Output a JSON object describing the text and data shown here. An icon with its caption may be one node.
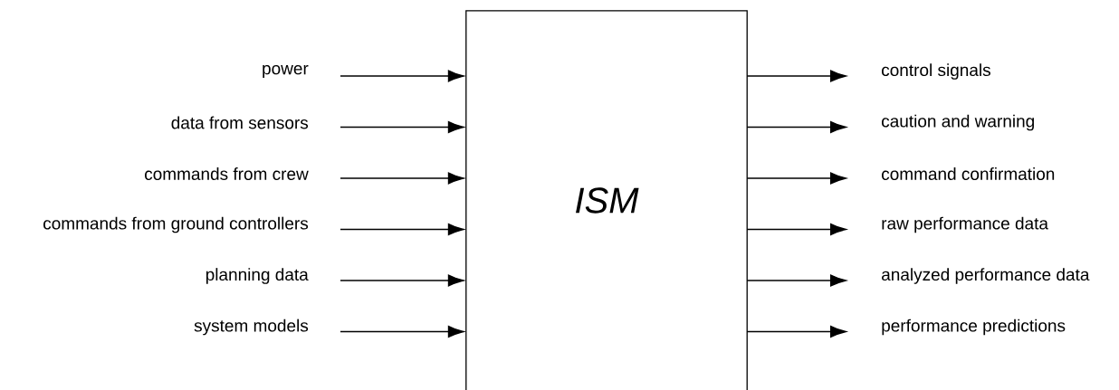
{
  "diagram": {
    "nodes": [
      {
        "text": [
          "ISM"
        ]
      },
      {
        "text": [
          "power"
        ]
      },
      {
        "text": [
          "data from sensors"
        ]
      },
      {
        "text": [
          "commands from crew"
        ]
      },
      {
        "text": [
          "commands from ground controllers"
        ]
      },
      {
        "text": [
          "planning data"
        ]
      },
      {
        "text": [
          "system models"
        ]
      },
      {
        "text": [
          "control signals"
        ]
      },
      {
        "text": [
          "caution and warning"
        ]
      },
      {
        "text": [
          "command confirmation"
        ]
      },
      {
        "text": [
          "raw performance data"
        ]
      },
      {
        "text": [
          "analyzed performance data"
        ]
      },
      {
        "text": [
          "performance predictions"
        ]
      }
    ],
    "edges": [
      {
        "from": 1,
        "to": 0,
        "arrow": "to"
      },
      {
        "from": 2,
        "to": 0,
        "arrow": "to"
      },
      {
        "from": 3,
        "to": 0,
        "arrow": "to"
      },
      {
        "from": 4,
        "to": 0,
        "arrow": "to"
      },
      {
        "from": 5,
        "to": 0,
        "arrow": "to"
      },
      {
        "from": 6,
        "to": 0,
        "arrow": "to"
      },
      {
        "from": 0,
        "to": 7,
        "arrow": "to"
      },
      {
        "from": 0,
        "to": 8,
        "arrow": "to"
      },
      {
        "from": 0,
        "to": 9,
        "arrow": "to"
      },
      {
        "from": 0,
        "to": 10,
        "arrow": "to"
      },
      {
        "from": 0,
        "to": 11,
        "arrow": "to"
      },
      {
        "from": 0,
        "to": 12,
        "arrow": "to"
      }
    ]
  }
}
